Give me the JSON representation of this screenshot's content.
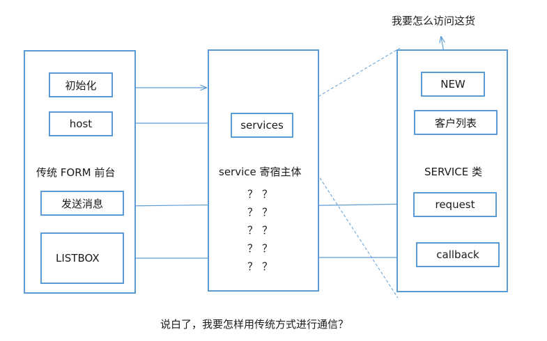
{
  "top_note": "我要怎么访问这货",
  "bottom_note": "说白了，我要怎样用传统方式进行通信？",
  "left_panel": {
    "title": "传统 FORM 前台",
    "init_label": "初始化",
    "host_label": "host",
    "send_label": "发送消息",
    "listbox_label": "LISTBOX"
  },
  "middle_panel": {
    "title": "service 寄宿主体",
    "services_label": "services",
    "unknowns": [
      "？？",
      "？？",
      "？？",
      "？？",
      "？？"
    ]
  },
  "right_panel": {
    "title": "SERVICE 类",
    "new_label": "NEW",
    "client_list_label": "客户列表",
    "request_label": "request",
    "callback_label": "callback"
  },
  "colors": {
    "line": "#5b9bd5",
    "text": "#1a1a1a"
  }
}
